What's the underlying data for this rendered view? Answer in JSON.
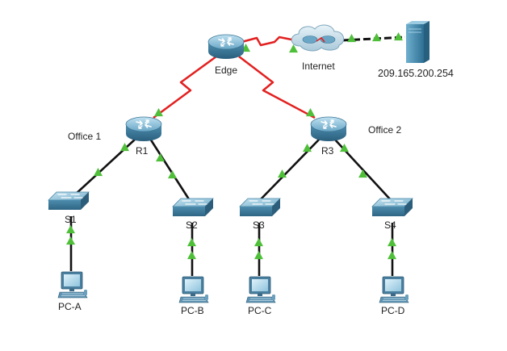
{
  "title": "",
  "nodes": {
    "edge": {
      "label": "Edge",
      "kind": "router"
    },
    "internet": {
      "label": "Internet",
      "kind": "cloud"
    },
    "server": {
      "label": "209.165.200.254",
      "kind": "server"
    },
    "r1": {
      "label": "R1",
      "kind": "router"
    },
    "r3": {
      "label": "R3",
      "kind": "router"
    },
    "s1": {
      "label": "S1",
      "kind": "switch"
    },
    "s2": {
      "label": "S2",
      "kind": "switch"
    },
    "s3": {
      "label": "S3",
      "kind": "switch"
    },
    "s4": {
      "label": "S4",
      "kind": "switch"
    },
    "pca": {
      "label": "PC-A",
      "kind": "pc"
    },
    "pcb": {
      "label": "PC-B",
      "kind": "pc"
    },
    "pcc": {
      "label": "PC-C",
      "kind": "pc"
    },
    "pcd": {
      "label": "PC-D",
      "kind": "pc"
    }
  },
  "areas": {
    "office1": "Office 1",
    "office2": "Office 2"
  },
  "links": [
    {
      "from": "Edge",
      "to": "Internet",
      "type": "serial"
    },
    {
      "from": "Internet",
      "to": "209.165.200.254",
      "type": "ethernet"
    },
    {
      "from": "Edge",
      "to": "R1",
      "type": "serial"
    },
    {
      "from": "Edge",
      "to": "R3",
      "type": "serial"
    },
    {
      "from": "R1",
      "to": "S1",
      "type": "ethernet"
    },
    {
      "from": "R1",
      "to": "S2",
      "type": "ethernet"
    },
    {
      "from": "R3",
      "to": "S3",
      "type": "ethernet"
    },
    {
      "from": "R3",
      "to": "S4",
      "type": "ethernet"
    },
    {
      "from": "S1",
      "to": "PC-A",
      "type": "ethernet"
    },
    {
      "from": "S2",
      "to": "PC-B",
      "type": "ethernet"
    },
    {
      "from": "S3",
      "to": "PC-C",
      "type": "ethernet"
    },
    {
      "from": "S4",
      "to": "PC-D",
      "type": "ethernet"
    }
  ],
  "colors": {
    "serial_link": "#e32020",
    "ethernet_link": "#111111",
    "link_status_up": "#4fbf3a",
    "device_blue": "#4f90b3",
    "device_dark": "#2b5f7e",
    "server": "#3d87ad"
  }
}
